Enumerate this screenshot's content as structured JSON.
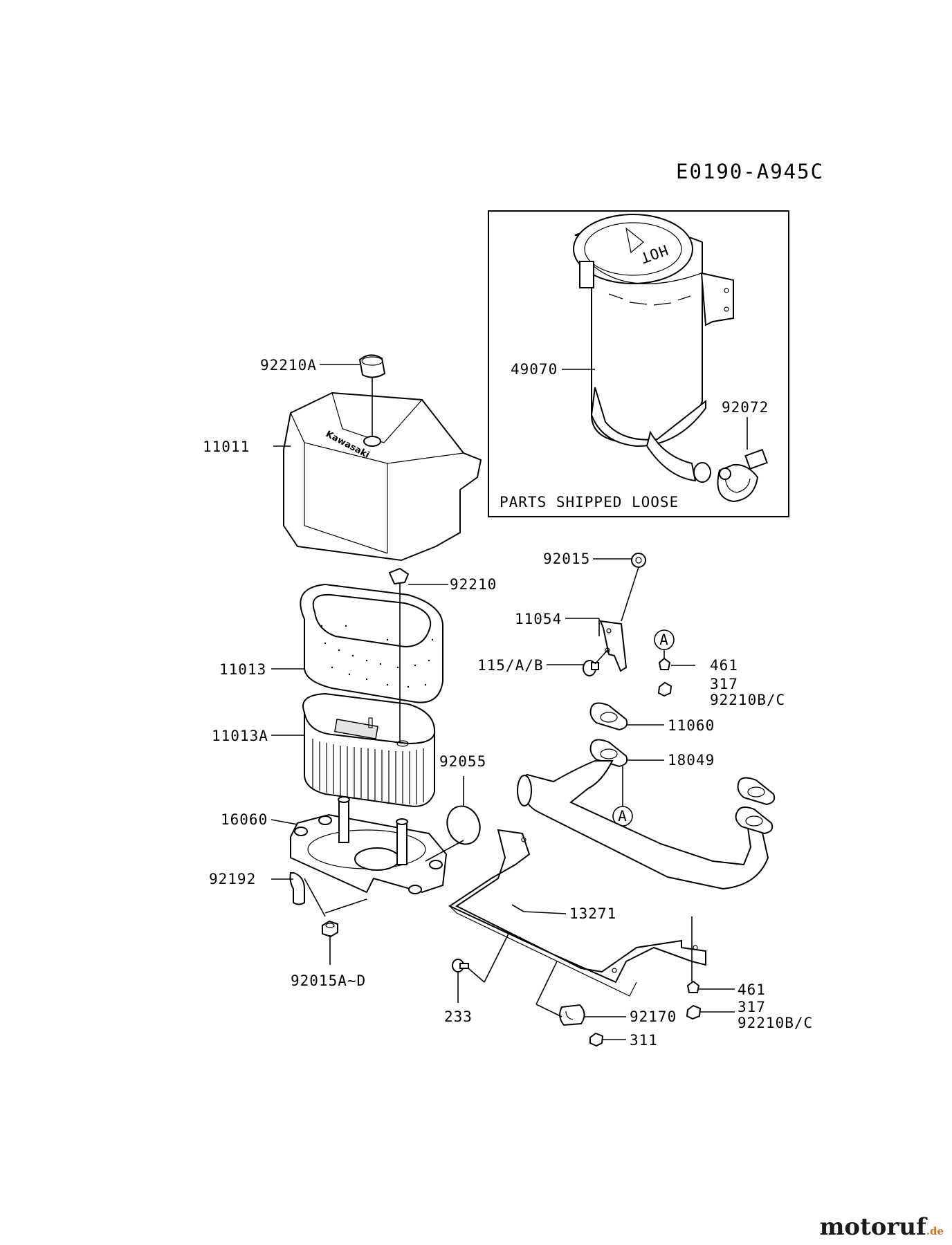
{
  "diagram_code": "E0190-A945C",
  "box_note": "PARTS SHIPPED LOOSE",
  "callouts": {
    "p92210A": "92210A",
    "p11011": "11011",
    "p92210": "92210",
    "p11013": "11013",
    "p11013A": "11013A",
    "p92055": "92055",
    "p16060": "16060",
    "p92192": "92192",
    "p92015AD": "92015A~D",
    "p49070": "49070",
    "p92072": "92072",
    "p92015": "92015",
    "p11054": "11054",
    "p115AB": "115/A/B",
    "p461a": "461",
    "p317a": "317",
    "p92210BCa": "92210B/C",
    "p11060": "11060",
    "p18049": "18049",
    "p13271": "13271",
    "p233": "233",
    "p92170": "92170",
    "p311": "311",
    "p461b": "461",
    "p317b": "317",
    "p92210BCb": "92210B/C"
  },
  "ref_markers": {
    "upper": "A",
    "lower": "A"
  },
  "muffler_decal": "HOT",
  "cover_brand": "Kawasaki",
  "watermark": {
    "name": "motoruf",
    "suffix": ".de",
    "colors": {
      "name": "#1a1a1a",
      "suffix": "#d0722a"
    }
  }
}
